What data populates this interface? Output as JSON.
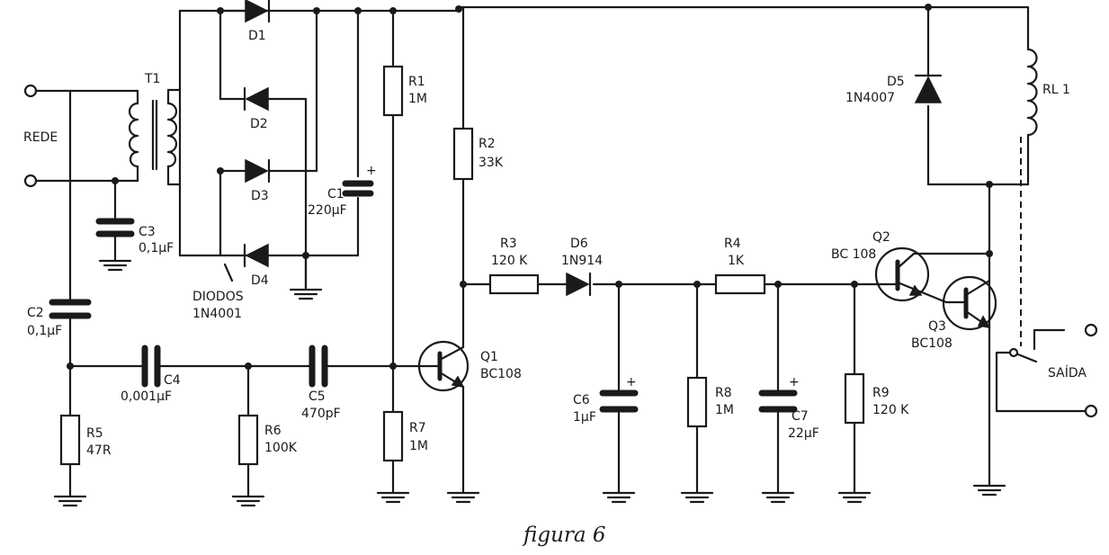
{
  "caption": "figura 6",
  "labels": {
    "rede": "REDE",
    "t1": "T1",
    "d1": "D1",
    "d2": "D2",
    "d3": "D3",
    "d4": "D4",
    "diodos_1": "DIODOS",
    "diodos_2": "1N4001",
    "c1_name": "C1",
    "c1_value": "220µF",
    "c2_name": "C2",
    "c2_value": "0,1µF",
    "c3_name": "C3",
    "c3_value": "0,1µF",
    "c4_name": "C4",
    "c4_value": "0,001µF",
    "c5_name": "C5",
    "c5_value": "470pF",
    "c6_name": "C6",
    "c6_value": "1µF",
    "c7_name": "C7",
    "c7_value": "22µF",
    "r1_name": "R1",
    "r1_value": "1M",
    "r2_name": "R2",
    "r2_value": "33K",
    "r3_name": "R3",
    "r3_value": "120 K",
    "r4_name": "R4",
    "r4_value": "1K",
    "r5_name": "R5",
    "r5_value": "47R",
    "r6_name": "R6",
    "r6_value": "100K",
    "r7_name": "R7",
    "r7_value": "1M",
    "r8_name": "R8",
    "r8_value": "1M",
    "r9_name": "R9",
    "r9_value": "120 K",
    "d5_name": "D5",
    "d5_value": "1N4007",
    "d6_name": "D6",
    "d6_value": "1N914",
    "rl1": "RL 1",
    "q1_name": "Q1",
    "q1_value": "BC108",
    "q2_name": "Q2",
    "q2_value": "BC 108",
    "q3_name": "Q3",
    "q3_value": "BC108",
    "saida": "SAÍDA",
    "plus": "+"
  }
}
